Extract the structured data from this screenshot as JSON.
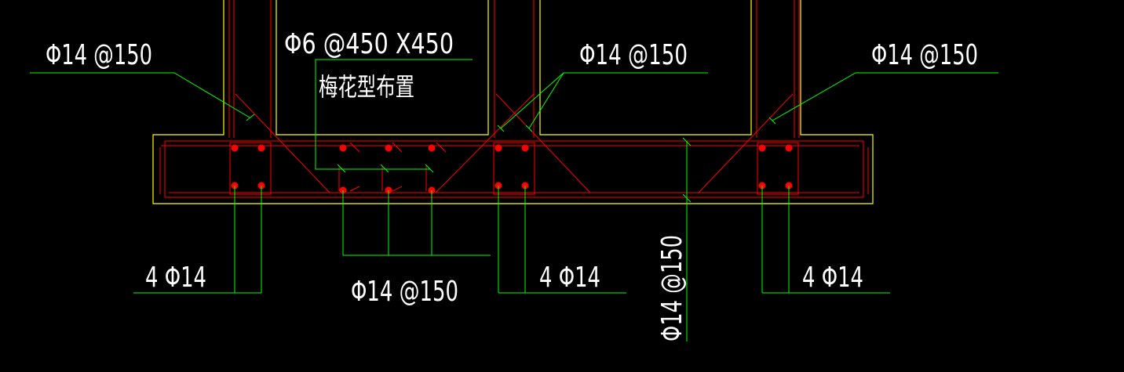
{
  "labels": {
    "bar_top_left": "Φ14 @150",
    "mesh_spec": "Φ6 @450 X450",
    "mesh_layout": "梅花型布置",
    "bar_top_mid": "Φ14 @150",
    "bar_top_right": "Φ14 @150",
    "bars_left": "4 Φ14",
    "bar_bottom_mid": "Φ14 @150",
    "bars_mid": "4 Φ14",
    "bar_vertical": "Φ14 @150",
    "bars_right": "4 Φ14"
  },
  "colors": {
    "background": "#000000",
    "outline": "#ffff00",
    "rebar": "#ff0000",
    "leader": "#00ff00",
    "text": "#ffffff"
  }
}
